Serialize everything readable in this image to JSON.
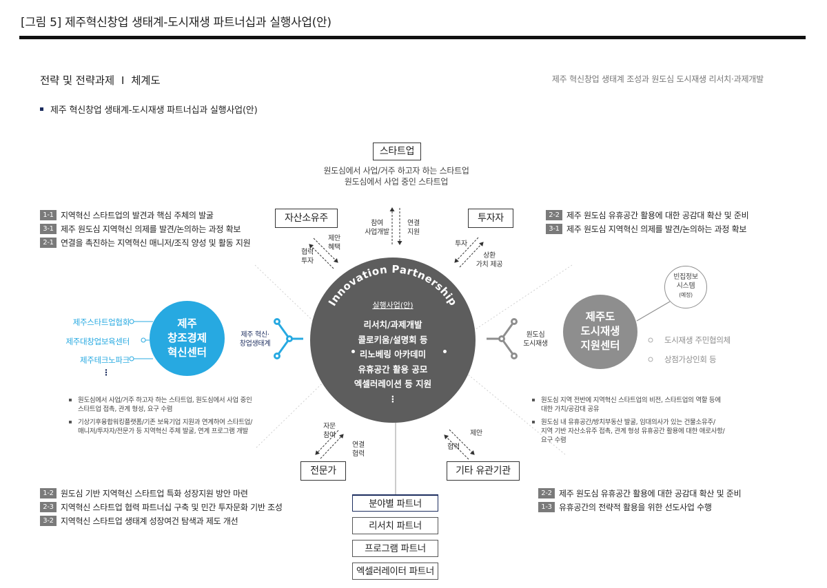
{
  "figure_title": "[그림 5] 제주혁신창업 생태계-도시재생 파트너십과 실행사업(안)",
  "section": {
    "title": "전략 및 전략과제",
    "separator": "I",
    "subtitle": "체계도"
  },
  "report_title": "제주 혁신창업 생태계 조성과 원도심 도시재생 리서치·과제개발",
  "diagram_title": "제주 혁신창업 생태계-도시재생 파트너십과 실행사업(안)",
  "startup": {
    "label": "스타트업",
    "desc": [
      "원도심에서 사업/거주 하고자 하는 스타트업",
      "원도심에서 사업 중인 스타트업"
    ],
    "arrow_left": [
      "참여",
      "사업개발"
    ],
    "arrow_right": [
      "연결",
      "지원"
    ]
  },
  "asset_owner": {
    "label": "자산소유주",
    "arrow_inner": [
      "제안",
      "혜택"
    ],
    "arrow_outer": [
      "협력",
      "투자"
    ]
  },
  "investor": {
    "label": "투자자",
    "arrow_inner": [
      "투자"
    ],
    "arrow_outer": [
      "상환",
      "가치 제공"
    ]
  },
  "expert": {
    "label": "전문가",
    "arrow_outer": [
      "자문",
      "참여"
    ],
    "arrow_inner": [
      "연결",
      "협력"
    ]
  },
  "other_org": {
    "label": "기타 유관기관",
    "arrow_outer": [
      "제안"
    ],
    "arrow_inner": [
      "협력"
    ]
  },
  "tasks_top_left": [
    {
      "code": "1-1",
      "text": "지역혁신 스타트업의 발견과 핵심 주체의 발굴"
    },
    {
      "code": "3-1",
      "text": "제주 원도심 지역혁신 의제를 발견/논의하는 과정 확보"
    },
    {
      "code": "2-1",
      "text": "연결을 촉진하는 지역혁신 매니저/조직 양성 및 활동 지원"
    }
  ],
  "tasks_top_right": [
    {
      "code": "2-2",
      "text": "제주 원도심 유휴공간 활용에 대한 공감대 확산 및 준비"
    },
    {
      "code": "3-1",
      "text": "제주 원도심 지역혁신 의제를 발견/논의하는 과정 확보"
    }
  ],
  "tasks_bottom_left": [
    {
      "code": "1-2",
      "text": "원도심 기반 지역혁신 스타트업 특화 성장지원 방안 마련"
    },
    {
      "code": "2-3",
      "text": "지역혁신 스타트업 협력 파트너십 구축 및 민간 투자문화 기반 조성"
    },
    {
      "code": "3-2",
      "text": "지역혁신 스타트업 생태계 성장여건 탐색과 제도 개선"
    }
  ],
  "tasks_bottom_right": [
    {
      "code": "2-2",
      "text": "제주 원도심 유휴공간 활용에 대한 공감대 확산 및 준비"
    },
    {
      "code": "1-3",
      "text": "유휴공간의 전략적 활용을 위한 선도사업 수행"
    }
  ],
  "center": {
    "arc_title": "Innovation Partnership",
    "heading": "실행사업(안)",
    "items": [
      "리서치/과제개발",
      "콜로키움/설명회 등",
      "리노베링 아카데미",
      "유휴공간 활용 공모",
      "엑셀러레이션 등 지원"
    ],
    "more": "⋮"
  },
  "left_center": {
    "title": [
      "제주",
      "창조경제",
      "혁신센터"
    ],
    "members": [
      "제주스타트업협회",
      "제주대창업보육센터",
      "제주테크노파크"
    ],
    "more": "⋮",
    "link_label": [
      "제주 혁신·",
      "창업생태계"
    ],
    "notes": [
      [
        "원도심에서 사업/거주 하고자 하는 스타트업, 원도심에서 사업 중인",
        "스타트업 접촉, 관계 형성, 요구 수렴"
      ],
      [
        "기상기후융합워킹플랫폼/기존 보육기업 지원과 연계하여 스타트업/",
        "매니저/투자자/전문가 등 지역혁신 주체 발굴, 연계 프로그램 개발"
      ]
    ]
  },
  "right_center": {
    "title": [
      "제주도",
      "도시재생",
      "지원센터"
    ],
    "members": [
      "도시재생 주민협의체",
      "상점가상인회 등"
    ],
    "link_label": [
      "원도심",
      "도시재생"
    ],
    "vacancy": [
      "빈집정보",
      "시스템",
      "(예정)"
    ],
    "notes": [
      [
        "원도심 지역 전반에 지역혁신 스타트업의 비전, 스타트업의 역할 등에",
        "대한 가치/공감대 공유"
      ],
      [
        "원도심 내 유휴공간/방치부동산 발굴, 임대의사가 있는 건물소유주/",
        "지역 기반 자산소유주 접촉, 관계 형성 유휴공간 활용에 대한 애로사항/",
        "요구 수렴"
      ]
    ]
  },
  "partners": [
    "분야별 파트너",
    "리서치 파트너",
    "프로그램 파트너",
    "엑셀러레이터 파트너"
  ],
  "colors": {
    "blue": "#27a9e1",
    "grey": "#8e8e8e",
    "dark": "#5d5d5d",
    "navy": "#1b2c5e"
  }
}
